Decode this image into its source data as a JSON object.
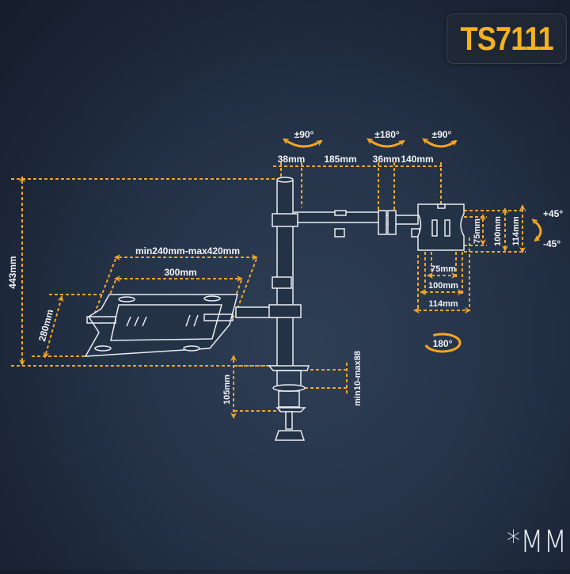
{
  "model": "TS7111",
  "unit_note": "*MM",
  "colors": {
    "accent": "#f5a623",
    "line": "#e9edf3",
    "background": "#243246",
    "badge_text": "#f5b21d"
  },
  "rotation_labels": {
    "arm1": "±90°",
    "arm2": "±180°",
    "head": "±90°",
    "tilt_up": "+45°",
    "tilt_down": "-45°",
    "swivel": "180°"
  },
  "arm_dimensions": {
    "a": "38mm",
    "b": "185mm",
    "c": "36mm",
    "d": "140mm"
  },
  "vesa": {
    "v75": "75mm",
    "v100": "100mm",
    "v114": "114mm",
    "h75": "75mm",
    "h100": "100mm",
    "h114": "114mm"
  },
  "laptop_tray": {
    "width_range": "min240mm-max420mm",
    "width": "300mm",
    "depth": "280mm"
  },
  "height": "443mm",
  "clamp": {
    "height": "105mm",
    "thickness": "min10-max88"
  }
}
